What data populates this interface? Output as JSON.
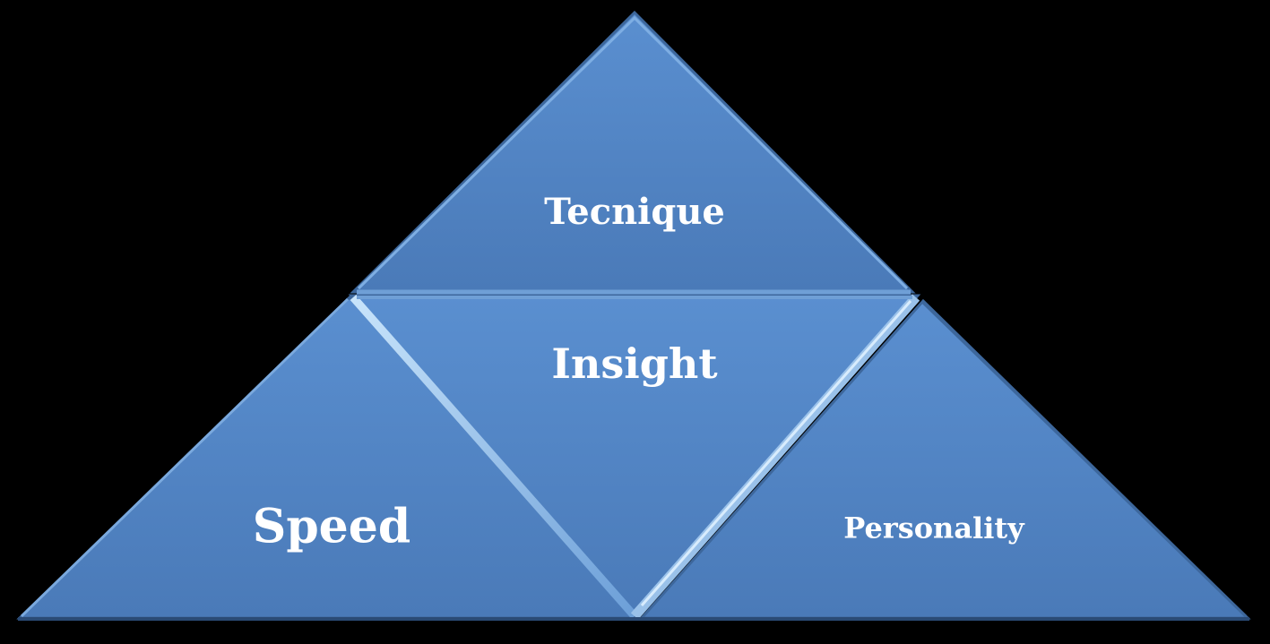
{
  "diagram": {
    "segments": {
      "top": "Tecnique",
      "middle": "Insight",
      "left": "Speed",
      "right": "Personality"
    },
    "colors": {
      "background": "#000000",
      "face": "#4f80bd",
      "face_light": "#5a8fd0",
      "face_dark": "#3d679c",
      "edge_highlight": "#a9d1f5",
      "edge_shadow": "#2a4a75",
      "text": "#ffffff"
    }
  }
}
